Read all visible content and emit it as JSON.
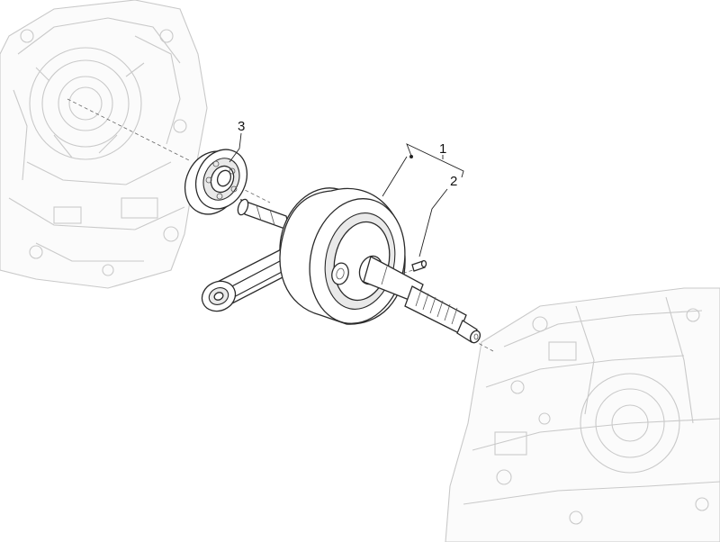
{
  "callouts": [
    {
      "id": "1",
      "label": "1"
    },
    {
      "id": "2",
      "label": "2"
    },
    {
      "id": "3",
      "label": "3"
    }
  ],
  "colors": {
    "ghost_outline": "#c9c9c9",
    "part_outline": "#2a2a2a",
    "label": "#111111"
  }
}
